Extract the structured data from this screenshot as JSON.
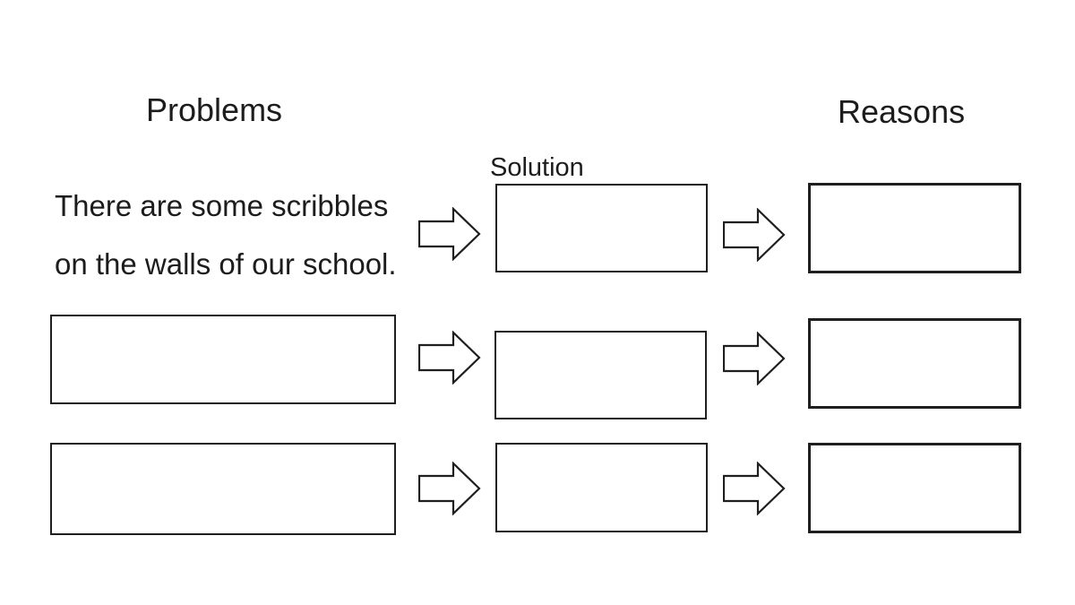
{
  "colors": {
    "background": "#ffffff",
    "ink": "#1f1f1f",
    "text": "#1c1c1c"
  },
  "headers": {
    "problems": "Problems",
    "solution": "Solution",
    "reasons": "Reasons"
  },
  "problem_example": {
    "line1": "There are some scribbles",
    "line2": "on the walls of our school."
  },
  "boxes": {
    "problem_2": "",
    "problem_3": "",
    "solution_1": "",
    "solution_2": "",
    "solution_3": "",
    "reason_1": "",
    "reason_2": "",
    "reason_3": ""
  },
  "icons": {
    "arrow": "right-block-arrow"
  }
}
